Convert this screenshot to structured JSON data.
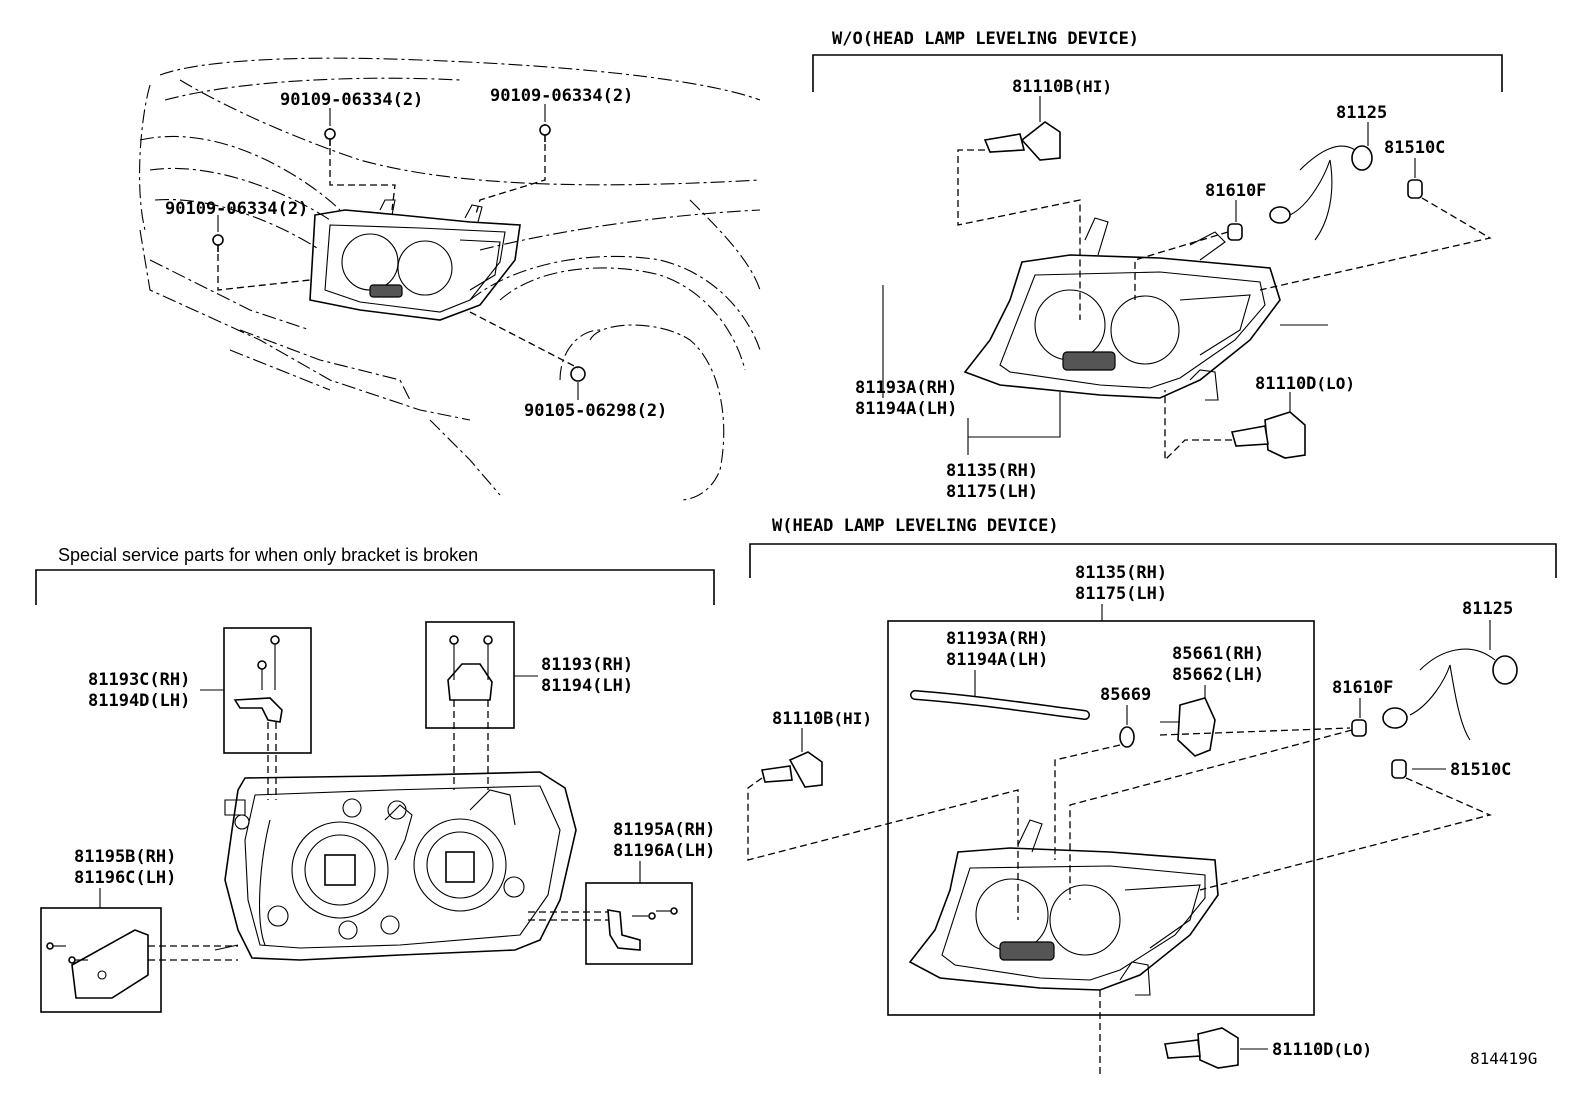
{
  "sections": {
    "wo_leveling": "W/O(HEAD LAMP LEVELING DEVICE)",
    "w_leveling": "W(HEAD LAMP LEVELING DEVICE)",
    "special_parts": "Special service parts for when only bracket is broken"
  },
  "vehicle_view": {
    "bolt_top_left": "90109-06334(2)",
    "bolt_top_right": "90109-06334(2)",
    "bolt_side": "90109-06334(2)",
    "nut_lower": "90105-06298(2)"
  },
  "wo_parts": {
    "bulb_hi": "81110B",
    "bulb_hi_suffix": "(HI)",
    "socket": "81125",
    "bulb_side": "81510C",
    "bulb_small": "81610F",
    "gasket_rh": "81193A(RH)",
    "gasket_lh": "81194A(LH)",
    "bulb_lo": "81110D",
    "bulb_lo_suffix": "(LO)",
    "unit_rh": "81135(RH)",
    "unit_lh": "81175(LH)"
  },
  "w_parts": {
    "unit_rh": "81135(RH)",
    "unit_lh": "81175(LH)",
    "gasket_rh": "81193A(RH)",
    "gasket_lh": "81194A(LH)",
    "actuator_rh": "85661(RH)",
    "actuator_lh": "85662(LH)",
    "oring": "85669",
    "bulb_hi": "81110B",
    "bulb_hi_suffix": "(HI)",
    "socket": "81125",
    "bulb_small": "81610F",
    "bulb_side": "81510C",
    "bulb_lo": "81110D",
    "bulb_lo_suffix": "(LO)"
  },
  "bracket_parts": {
    "br_c_rh": "81193C(RH)",
    "br_d_lh": "81194D(LH)",
    "br_rh": "81193(RH)",
    "br_lh": "81194(LH)",
    "br_b_rh": "81195B(RH)",
    "br_c2_lh": "81196C(LH)",
    "br_a_rh": "81195A(RH)",
    "br_a_lh": "81196A(LH)"
  },
  "figure_id": "814419G"
}
